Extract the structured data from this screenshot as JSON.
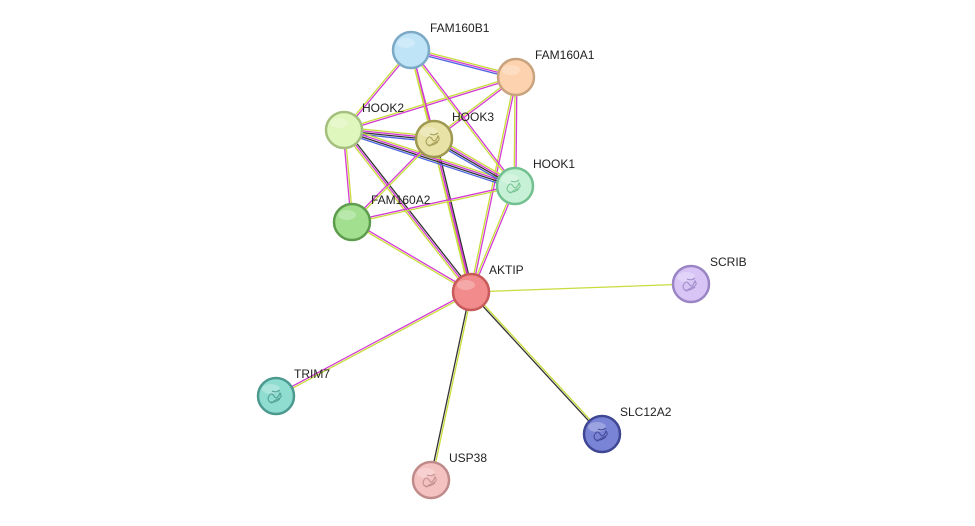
{
  "network": {
    "nodes": [
      {
        "id": "AKTIP",
        "label": "AKTIP",
        "color": "#f28b8b",
        "stroke": "#c85a5a",
        "structure": false
      },
      {
        "id": "FAM160B1",
        "label": "FAM160B1",
        "color": "#bfe3f7",
        "stroke": "#7ba9c6",
        "structure": false
      },
      {
        "id": "FAM160A1",
        "label": "FAM160A1",
        "color": "#fdd2ae",
        "stroke": "#c9a27e",
        "structure": false
      },
      {
        "id": "HOOK2",
        "label": "HOOK2",
        "color": "#dff6bd",
        "stroke": "#a5bf7f",
        "structure": false
      },
      {
        "id": "HOOK3",
        "label": "HOOK3",
        "color": "#e8e2a6",
        "stroke": "#9e9850",
        "structure": true
      },
      {
        "id": "HOOK1",
        "label": "HOOK1",
        "color": "#c6f1d6",
        "stroke": "#72c08f",
        "structure": true
      },
      {
        "id": "FAM160A2",
        "label": "FAM160A2",
        "color": "#a2e090",
        "stroke": "#5e9c4d",
        "structure": false
      },
      {
        "id": "SCRIB",
        "label": "SCRIB",
        "color": "#d8c5f6",
        "stroke": "#9a85c4",
        "structure": true
      },
      {
        "id": "TRIM7",
        "label": "TRIM7",
        "color": "#8fdcd0",
        "stroke": "#4c9a8f",
        "structure": true
      },
      {
        "id": "USP38",
        "label": "USP38",
        "color": "#f5c2c2",
        "stroke": "#c08a8a",
        "structure": true
      },
      {
        "id": "SLC12A2",
        "label": "SLC12A2",
        "color": "#7a84d6",
        "stroke": "#3f4794",
        "structure": true
      }
    ],
    "edges": [
      {
        "a": "AKTIP",
        "b": "HOOK3",
        "colors": [
          "#c8dc3c",
          "#d43ad4",
          "#333333"
        ]
      },
      {
        "a": "AKTIP",
        "b": "HOOK2",
        "colors": [
          "#c8dc3c",
          "#d43ad4",
          "#333333"
        ]
      },
      {
        "a": "AKTIP",
        "b": "HOOK1",
        "colors": [
          "#c8dc3c",
          "#d43ad4"
        ]
      },
      {
        "a": "AKTIP",
        "b": "FAM160A1",
        "colors": [
          "#c8dc3c",
          "#d43ad4"
        ]
      },
      {
        "a": "AKTIP",
        "b": "FAM160A2",
        "colors": [
          "#c8dc3c",
          "#d43ad4"
        ]
      },
      {
        "a": "AKTIP",
        "b": "FAM160B1",
        "colors": [
          "#c8dc3c",
          "#d43ad4"
        ]
      },
      {
        "a": "AKTIP",
        "b": "SCRIB",
        "colors": [
          "#c8dc3c"
        ]
      },
      {
        "a": "AKTIP",
        "b": "TRIM7",
        "colors": [
          "#c8dc3c",
          "#d43ad4"
        ]
      },
      {
        "a": "AKTIP",
        "b": "USP38",
        "colors": [
          "#c8dc3c",
          "#333333"
        ]
      },
      {
        "a": "AKTIP",
        "b": "SLC12A2",
        "colors": [
          "#c8dc3c",
          "#333333"
        ]
      },
      {
        "a": "HOOK2",
        "b": "HOOK3",
        "colors": [
          "#c8dc3c",
          "#d43ad4",
          "#333333",
          "#4a63e0"
        ]
      },
      {
        "a": "HOOK2",
        "b": "HOOK1",
        "colors": [
          "#c8dc3c",
          "#d43ad4",
          "#333333",
          "#4a63e0"
        ]
      },
      {
        "a": "HOOK3",
        "b": "HOOK1",
        "colors": [
          "#c8dc3c",
          "#d43ad4",
          "#333333",
          "#4a63e0"
        ]
      },
      {
        "a": "HOOK2",
        "b": "FAM160B1",
        "colors": [
          "#c8dc3c",
          "#d43ad4"
        ]
      },
      {
        "a": "HOOK2",
        "b": "FAM160A1",
        "colors": [
          "#c8dc3c",
          "#d43ad4"
        ]
      },
      {
        "a": "HOOK2",
        "b": "FAM160A2",
        "colors": [
          "#c8dc3c",
          "#d43ad4"
        ]
      },
      {
        "a": "HOOK3",
        "b": "FAM160B1",
        "colors": [
          "#c8dc3c",
          "#d43ad4"
        ]
      },
      {
        "a": "HOOK3",
        "b": "FAM160A1",
        "colors": [
          "#c8dc3c",
          "#d43ad4"
        ]
      },
      {
        "a": "HOOK3",
        "b": "FAM160A2",
        "colors": [
          "#c8dc3c",
          "#d43ad4"
        ]
      },
      {
        "a": "HOOK1",
        "b": "FAM160A1",
        "colors": [
          "#c8dc3c",
          "#d43ad4"
        ]
      },
      {
        "a": "HOOK1",
        "b": "FAM160B1",
        "colors": [
          "#c8dc3c",
          "#d43ad4"
        ]
      },
      {
        "a": "HOOK1",
        "b": "FAM160A2",
        "colors": [
          "#c8dc3c",
          "#d43ad4"
        ]
      },
      {
        "a": "FAM160B1",
        "b": "FAM160A1",
        "colors": [
          "#c8dc3c",
          "#d43ad4",
          "#4a63e0"
        ]
      }
    ]
  }
}
